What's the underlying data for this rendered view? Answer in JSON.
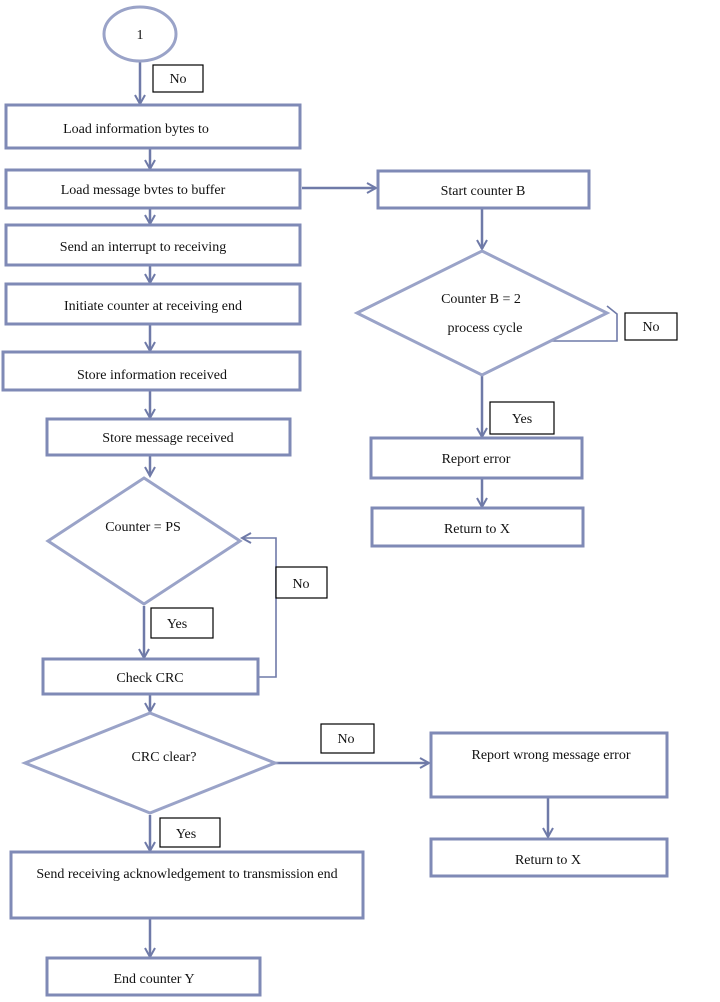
{
  "start": {
    "label": "1"
  },
  "left": {
    "load_info": "Load information bytes to",
    "load_msg": "Load message bvtes to buffer",
    "send_interrupt": "Send an interrupt to receiving",
    "init_counter": "Initiate counter at receiving end",
    "store_info": "Store information received",
    "store_msg": "Store message received",
    "counter_ps": "Counter = PS",
    "check_crc": "Check CRC",
    "crc_clear": "CRC clear?",
    "send_ack": "Send receiving acknowledgement to transmission end",
    "end_counter": "End counter Y"
  },
  "right": {
    "start_counter": "Start counter B",
    "counter_b_line1": "Counter B = 2",
    "counter_b_line2": "process cycle",
    "report_error": "Report error",
    "return_x_1": "Return to X",
    "report_wrong": "Report wrong message error",
    "return_x_2": "Return to X"
  },
  "labels": {
    "no_top": "No",
    "no_counter_b": "No",
    "yes_counter_b": "Yes",
    "no_ps": "No",
    "yes_ps": "Yes",
    "no_crc": "No",
    "yes_crc": "Yes"
  }
}
